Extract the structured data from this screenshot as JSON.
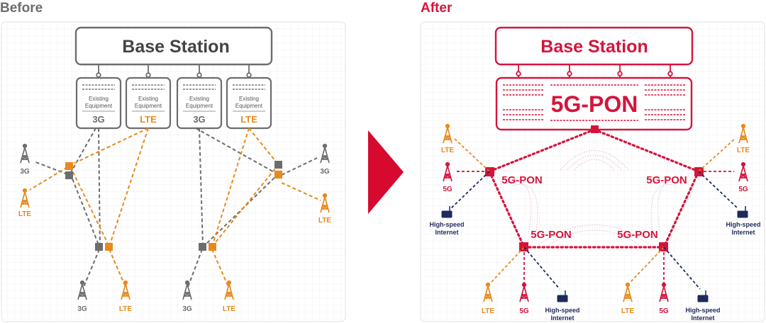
{
  "before": {
    "heading": "Before",
    "base_station": "Base Station",
    "equipment": [
      {
        "line1": "Existing",
        "line2": "Equipment",
        "tech": "3G"
      },
      {
        "line1": "Existing",
        "line2": "Equipment",
        "tech": "LTE"
      },
      {
        "line1": "Existing",
        "line2": "Equipment",
        "tech": "3G"
      },
      {
        "line1": "Existing",
        "line2": "Equipment",
        "tech": "LTE"
      }
    ],
    "towers": {
      "left_3g": "3G",
      "left_lte": "LTE",
      "right_3g": "3G",
      "right_lte": "LTE",
      "bottom_a_3g": "3G",
      "bottom_a_lte": "LTE",
      "bottom_b_3g": "3G",
      "bottom_b_lte": "LTE"
    }
  },
  "after": {
    "heading": "After",
    "base_station": "Base Station",
    "pon_main": "5G-PON",
    "pon_left": "5G-PON",
    "pon_right": "5G-PON",
    "pon_bottom_left": "5G-PON",
    "pon_bottom_right": "5G-PON",
    "labels": {
      "left_lte": "LTE",
      "left_5g": "5G",
      "left_internet_1": "High-speed",
      "left_internet_2": "Internet",
      "right_lte": "LTE",
      "right_5g": "5G",
      "right_internet_1": "High-speed",
      "right_internet_2": "Internet",
      "bl_lte": "LTE",
      "bl_5g": "5G",
      "bl_internet_1": "High-speed",
      "bl_internet_2": "Internet",
      "br_lte": "LTE",
      "br_5g": "5G",
      "br_internet_1": "High-speed",
      "br_internet_2": "Internet"
    }
  },
  "colors": {
    "gray": "#6d6d6d",
    "orange": "#e8891c",
    "red": "#d5143c",
    "navy": "#1c2a5c",
    "arrow": "#d6092e"
  }
}
